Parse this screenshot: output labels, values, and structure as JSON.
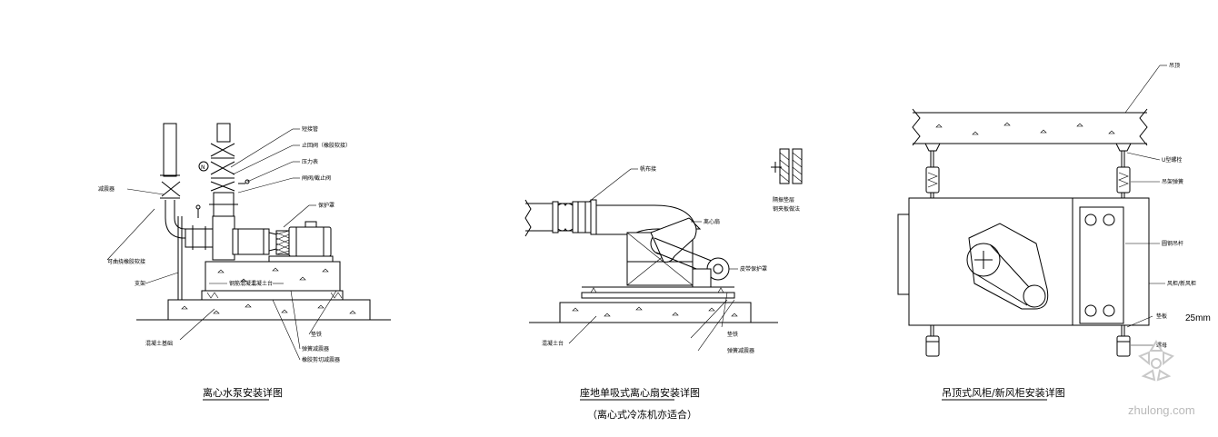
{
  "figure1": {
    "title": "离心水泵安装详图",
    "labels": {
      "l1": "短接管",
      "l2": "止回阀（橡胶软接）",
      "l3": "压力表",
      "l4": "闸阀/截止阀",
      "l5": "保护罩",
      "l6": "减震器",
      "l7": "可曲挠橡胶软接",
      "l8": "支架",
      "l9": "混凝土基础",
      "l10": "钢筋混凝土",
      "l11": "混凝土台",
      "l12": "垫铁",
      "l13": "弹簧减震器",
      "l14": "橡胶剪切减震器"
    }
  },
  "figure2": {
    "title": "座地单吸式离心扇安装详图",
    "subtitle": "（离心式冷冻机亦适合）",
    "labels": {
      "l1": "帆布接",
      "l2": "离心扇",
      "l3": "皮带保护罩",
      "l4": "隔振垫层",
      "l5": "钢夹板做法",
      "l6": "混凝土台",
      "l7": "垫铁",
      "l8": "弹簧减震器"
    }
  },
  "figure3": {
    "title": "吊顶式风柜/新风柜安装详图",
    "dimension": "25mm",
    "labels": {
      "l1": "吊顶",
      "l2": "U型螺栓",
      "l3": "吊架弹簧",
      "l4": "圆钢吊杆",
      "l5": "风柜/新风柜",
      "l6": "垫板",
      "l7": "螺母"
    }
  },
  "watermark": "zhulong.com"
}
